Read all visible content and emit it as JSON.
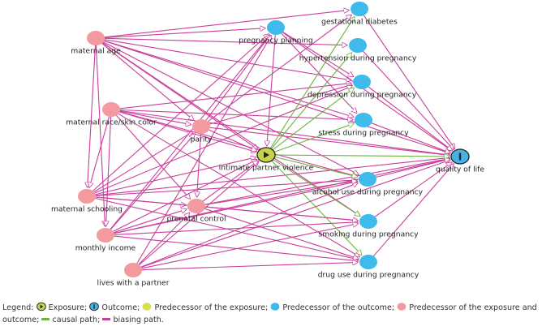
{
  "colors": {
    "biasing": "#c93f9b",
    "causal": "#6cb33f",
    "exposure_fill": "#c6d24a",
    "outcome_fill": "#44b4e6",
    "pred_exposure_fill": "#d8de4e",
    "pred_outcome_fill": "#3ebaeb",
    "pred_both_fill": "#f39aa0"
  },
  "nodes": [
    {
      "id": "maternal_age",
      "label": "maternal age",
      "type": "pred_both"
    },
    {
      "id": "race",
      "label": "maternal race/skin color",
      "type": "pred_both"
    },
    {
      "id": "parity",
      "label": "parity",
      "type": "pred_both"
    },
    {
      "id": "schooling",
      "label": "maternal schooling",
      "type": "pred_both"
    },
    {
      "id": "prenatal",
      "label": "prenatal control",
      "type": "pred_both"
    },
    {
      "id": "income",
      "label": "monthly income",
      "type": "pred_both"
    },
    {
      "id": "partner",
      "label": "lives with a partner",
      "type": "pred_both"
    },
    {
      "id": "ipv",
      "label": "intimate partner violence",
      "type": "exposure",
      "icon": "play-icon"
    },
    {
      "id": "qol",
      "label": "quality of life",
      "type": "outcome",
      "icon": "bar-icon"
    },
    {
      "id": "planning",
      "label": "pregnancy planning",
      "type": "pred_outcome"
    },
    {
      "id": "gestdiab",
      "label": "gestational diabetes",
      "type": "pred_outcome"
    },
    {
      "id": "hypert",
      "label": "hypertension during pregnancy",
      "type": "pred_outcome"
    },
    {
      "id": "depress",
      "label": "depression during pregnancy",
      "type": "pred_outcome"
    },
    {
      "id": "stress",
      "label": "stress during pregnancy",
      "type": "pred_outcome"
    },
    {
      "id": "alcohol",
      "label": "alcohol use during pregnancy",
      "type": "pred_outcome"
    },
    {
      "id": "smoking",
      "label": "smoking during pregnancy",
      "type": "pred_outcome"
    },
    {
      "id": "drug",
      "label": "drug use during pregnancy",
      "type": "pred_outcome"
    }
  ],
  "edges": [
    [
      "maternal_age",
      "planning",
      "biasing"
    ],
    [
      "maternal_age",
      "gestdiab",
      "biasing"
    ],
    [
      "maternal_age",
      "hypert",
      "biasing"
    ],
    [
      "maternal_age",
      "depress",
      "biasing"
    ],
    [
      "maternal_age",
      "stress",
      "biasing"
    ],
    [
      "maternal_age",
      "ipv",
      "biasing"
    ],
    [
      "maternal_age",
      "qol",
      "biasing"
    ],
    [
      "maternal_age",
      "parity",
      "biasing"
    ],
    [
      "maternal_age",
      "schooling",
      "biasing"
    ],
    [
      "maternal_age",
      "income",
      "biasing"
    ],
    [
      "maternal_age",
      "alcohol",
      "biasing"
    ],
    [
      "maternal_age",
      "smoking",
      "biasing"
    ],
    [
      "race",
      "ipv",
      "biasing"
    ],
    [
      "race",
      "qol",
      "biasing"
    ],
    [
      "race",
      "parity",
      "biasing"
    ],
    [
      "race",
      "schooling",
      "biasing"
    ],
    [
      "race",
      "income",
      "biasing"
    ],
    [
      "race",
      "prenatal",
      "biasing"
    ],
    [
      "race",
      "stress",
      "biasing"
    ],
    [
      "race",
      "depress",
      "biasing"
    ],
    [
      "race",
      "alcohol",
      "biasing"
    ],
    [
      "race",
      "drug",
      "biasing"
    ],
    [
      "parity",
      "ipv",
      "biasing"
    ],
    [
      "parity",
      "qol",
      "biasing"
    ],
    [
      "parity",
      "prenatal",
      "biasing"
    ],
    [
      "parity",
      "planning",
      "biasing"
    ],
    [
      "parity",
      "depress",
      "biasing"
    ],
    [
      "parity",
      "gestdiab",
      "biasing"
    ],
    [
      "schooling",
      "ipv",
      "biasing"
    ],
    [
      "schooling",
      "qol",
      "biasing"
    ],
    [
      "schooling",
      "prenatal",
      "biasing"
    ],
    [
      "schooling",
      "planning",
      "biasing"
    ],
    [
      "schooling",
      "parity",
      "biasing"
    ],
    [
      "schooling",
      "smoking",
      "biasing"
    ],
    [
      "schooling",
      "alcohol",
      "biasing"
    ],
    [
      "schooling",
      "drug",
      "biasing"
    ],
    [
      "schooling",
      "depress",
      "biasing"
    ],
    [
      "income",
      "ipv",
      "biasing"
    ],
    [
      "income",
      "qol",
      "biasing"
    ],
    [
      "income",
      "prenatal",
      "biasing"
    ],
    [
      "income",
      "planning",
      "biasing"
    ],
    [
      "income",
      "alcohol",
      "biasing"
    ],
    [
      "income",
      "smoking",
      "biasing"
    ],
    [
      "income",
      "drug",
      "biasing"
    ],
    [
      "income",
      "parity",
      "biasing"
    ],
    [
      "partner",
      "ipv",
      "biasing"
    ],
    [
      "partner",
      "qol",
      "biasing"
    ],
    [
      "partner",
      "planning",
      "biasing"
    ],
    [
      "partner",
      "prenatal",
      "biasing"
    ],
    [
      "partner",
      "alcohol",
      "biasing"
    ],
    [
      "partner",
      "smoking",
      "biasing"
    ],
    [
      "partner",
      "drug",
      "biasing"
    ],
    [
      "prenatal",
      "ipv",
      "biasing"
    ],
    [
      "prenatal",
      "qol",
      "biasing"
    ],
    [
      "prenatal",
      "alcohol",
      "biasing"
    ],
    [
      "prenatal",
      "smoking",
      "biasing"
    ],
    [
      "prenatal",
      "drug",
      "biasing"
    ],
    [
      "planning",
      "qol",
      "biasing"
    ],
    [
      "planning",
      "ipv",
      "biasing"
    ],
    [
      "planning",
      "depress",
      "biasing"
    ],
    [
      "planning",
      "stress",
      "biasing"
    ],
    [
      "gestdiab",
      "qol",
      "biasing"
    ],
    [
      "hypert",
      "qol",
      "biasing"
    ],
    [
      "depress",
      "qol",
      "biasing"
    ],
    [
      "stress",
      "qol",
      "biasing"
    ],
    [
      "alcohol",
      "qol",
      "biasing"
    ],
    [
      "smoking",
      "qol",
      "biasing"
    ],
    [
      "drug",
      "qol",
      "biasing"
    ],
    [
      "ipv",
      "qol",
      "causal"
    ],
    [
      "ipv",
      "gestdiab",
      "causal"
    ],
    [
      "ipv",
      "hypert",
      "causal"
    ],
    [
      "ipv",
      "depress",
      "causal"
    ],
    [
      "ipv",
      "stress",
      "causal"
    ],
    [
      "ipv",
      "alcohol",
      "causal"
    ],
    [
      "ipv",
      "smoking",
      "causal"
    ],
    [
      "ipv",
      "drug",
      "causal"
    ]
  ],
  "legend": {
    "prefix": "Legend:",
    "exposure": "Exposure;",
    "outcome": "Outcome;",
    "pred_exposure": "Predecessor of the exposure;",
    "pred_outcome": "Predecessor of the outcome;",
    "pred_both": "Predecessor of the exposure and outcome;",
    "causal": "causal path;",
    "biasing": "biasing path."
  }
}
